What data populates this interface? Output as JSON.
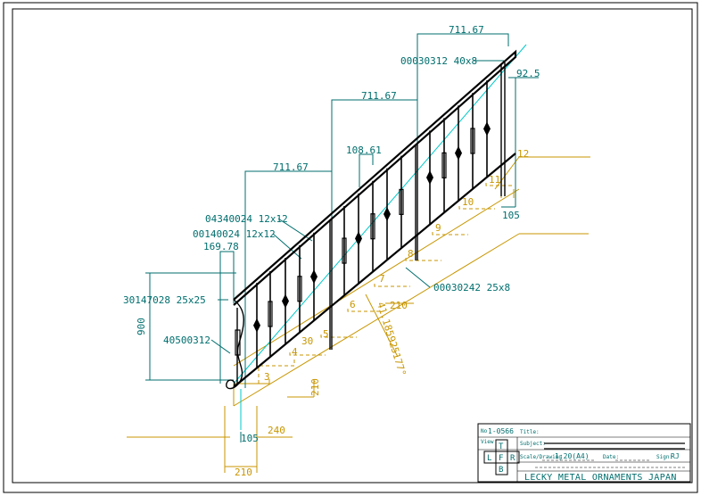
{
  "dimensions": {
    "bay_width": "711.67",
    "baluster_spacing": "108.61",
    "post_offset": "169.78",
    "top_overhang": "92.5",
    "height": "900",
    "tread_depth": "240",
    "riser_height": "210",
    "post_size": "105",
    "base_width": "210",
    "tread_ref": "210",
    "post_foot": "30",
    "wall_offset": "12",
    "slope": "41.185925177°"
  },
  "parts": {
    "handrail": "00030312 40x8",
    "baluster_a": "04340024 12x12",
    "baluster_b": "00140024 12x12",
    "newel": "30147028 25x25",
    "scroll": "40500312",
    "bottom_rail": "00030242 25x8"
  },
  "steps": [
    "3",
    "4",
    "5",
    "6",
    "7",
    "8",
    "9",
    "10",
    "11"
  ],
  "title_block": {
    "no_label": "No",
    "drawing_no": "1-0566",
    "title_label": "Title:",
    "view_label": "View",
    "subject_label": "Subject:",
    "scale_label": "Scale/Drawing",
    "scale_value": "1:20(A4)",
    "date_label": "Date:",
    "sign_label": "Sign:",
    "sign_value": "RJ",
    "views": {
      "top": "T",
      "left": "L",
      "front": "F",
      "right": "R",
      "bottom": "B"
    },
    "company": "LECKY METAL ORNAMENTS JAPAN"
  }
}
